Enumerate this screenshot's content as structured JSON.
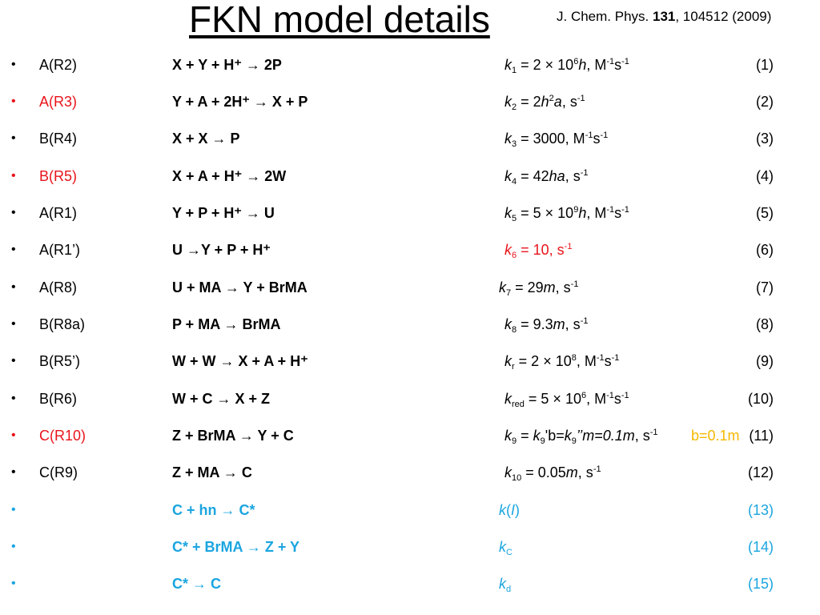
{
  "slide": {
    "title": "FKN model details",
    "reference": {
      "journal": "J. Chem. Phys. ",
      "volume": "131",
      "pages": ", 104512 (2009)"
    },
    "bullet_char": "•",
    "colors": {
      "black": "#000000",
      "red": "#e8141b",
      "blue": "#1aa5e0",
      "orange": "#f5b800"
    },
    "rows": [
      {
        "label": "A(R2)",
        "reaction": "X + Y + H⁺ → 2P",
        "eq": "(1)"
      },
      {
        "label": "A(R3)",
        "reaction": "Y + A + 2H⁺ → X + P",
        "eq": "(2)"
      },
      {
        "label": "B(R4)",
        "reaction": "X + X → P",
        "eq": "(3)"
      },
      {
        "label": "B(R5)",
        "reaction": "X + A + H⁺ → 2W",
        "eq": "(4)"
      },
      {
        "label": "A(R1)",
        "reaction": "Y + P + H⁺ → U",
        "eq": "(5)"
      },
      {
        "label": "A(R1’)",
        "reaction": "U →Y + P + H⁺",
        "eq": "(6)"
      },
      {
        "label": "A(R8)",
        "reaction": "U + MA → Y + BrMA",
        "eq": "(7)"
      },
      {
        "label": "B(R8a)",
        "reaction": "P + MA → BrMA",
        "eq": "(8)"
      },
      {
        "label": "B(R5’)",
        "reaction": "W + W → X + A + H⁺",
        "eq": "(9)"
      },
      {
        "label": "B(R6)",
        "reaction": "W + C → X + Z",
        "eq": "(10)"
      },
      {
        "label": "C(R10)",
        "reaction": "Z + BrMA → Y  + C",
        "eq": "(11)",
        "note": "b=0.1m"
      },
      {
        "label": "C(R9)",
        "reaction": "Z + MA → C",
        "eq": "(12)"
      },
      {
        "label": "",
        "reaction": "C + hn → C*",
        "eq": "(13)"
      },
      {
        "label": "",
        "reaction": "C* + BrMA → Z + Y",
        "eq": "(14)"
      },
      {
        "label": "",
        "reaction": "C* → C",
        "eq": "(15)"
      }
    ],
    "rates": {
      "r1": {
        "k": "k",
        "sub": "1",
        "a": " = 2 × 10",
        "sup1": "6",
        "var": "h",
        "b": ", M",
        "sup2": "-1",
        "c": "s",
        "sup3": "-1"
      },
      "r2": {
        "k": "k",
        "sub": "2",
        "a": " = 2",
        "var1": "h",
        "sup1": "2",
        "var2": "a",
        "b": ",  s",
        "sup2": "-1"
      },
      "r3": {
        "k": "k",
        "sub": "3",
        "a": " = 3000, M",
        "sup1": "-1",
        "b": "s",
        "sup2": "-1"
      },
      "r4": {
        "k": "k",
        "sub": "4",
        "a": " = 42",
        "var": "ha",
        "b": ", s",
        "sup1": "-1"
      },
      "r5": {
        "k": "k",
        "sub": "5",
        "a": " = 5 × 10",
        "sup1": "9",
        "var": "h",
        "b": ", M",
        "sup2": "-1",
        "c": "s",
        "sup3": "-1"
      },
      "r6": {
        "k": "k",
        "sub": "6",
        "a": " = 10, s",
        "sup1": "-1"
      },
      "r7": {
        "k": "k",
        "sub": "7",
        "a": " = 29",
        "var": "m",
        "b": ", s",
        "sup1": "-1"
      },
      "r8": {
        "k": "k",
        "sub": "8",
        "a": " = 9.3",
        "var": "m",
        "b": ", s",
        "sup1": "-1"
      },
      "r9": {
        "k": "k",
        "sub": "r",
        "a": " = 2 × 10",
        "sup1": "8",
        "b": ", M",
        "sup2": "-1",
        "c": "s",
        "sup3": "-1"
      },
      "r10": {
        "k": "k",
        "sub": "red",
        "a": " = 5 × 10",
        "sup1": "6",
        "b": ", M",
        "sup2": "-1",
        "c": "s",
        "sup3": "-1"
      },
      "r11": {
        "k": "k",
        "sub": "9",
        "a": " = ",
        "var": "k",
        "sub2": "9",
        "b": "'b=",
        "var2": "k",
        "sub3": "9",
        "c": "’’m=0.1m",
        "d": ", s",
        "sup1": "-1"
      },
      "r12": {
        "k": "k",
        "sub": "10",
        "a": " = 0.05",
        "var": "m",
        "b": ", s",
        "sup1": "-1"
      },
      "r13": {
        "k": "k",
        "a": "(",
        "var": "I",
        "b": ")"
      },
      "r14": {
        "k": "k",
        "sub": "C"
      },
      "r15": {
        "k": "k",
        "sub": "d"
      }
    }
  }
}
